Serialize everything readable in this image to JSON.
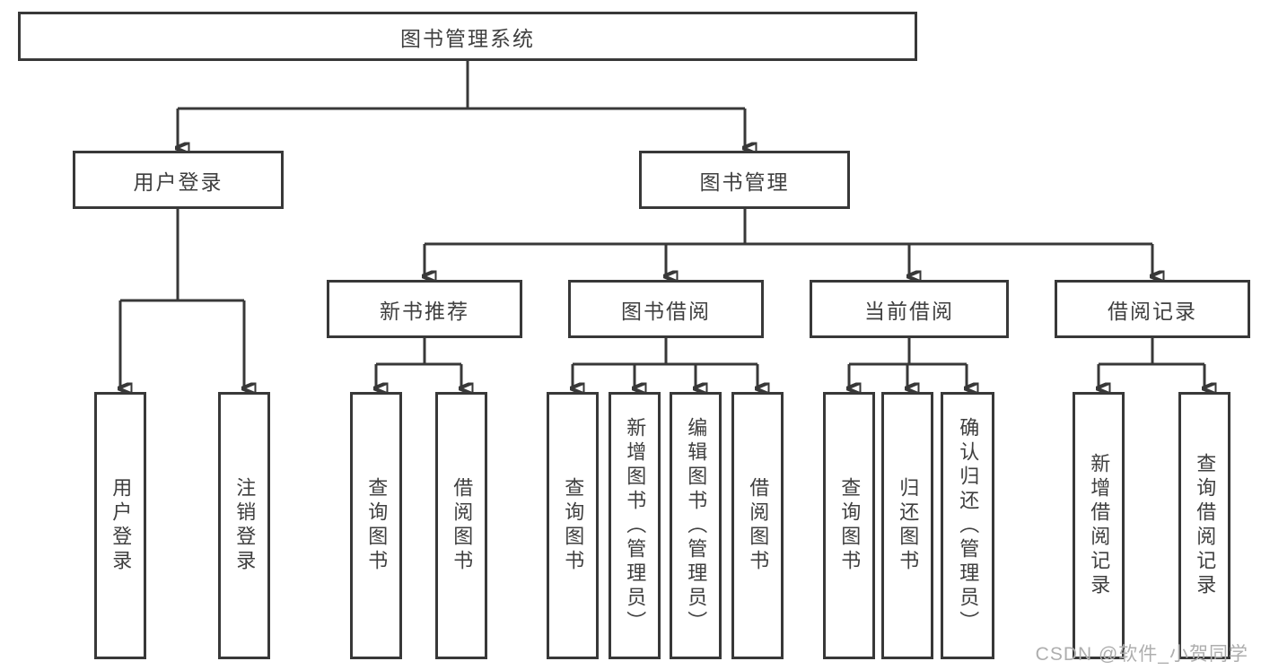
{
  "diagram": {
    "title": "图书管理系统",
    "level2": {
      "user_login": "用户登录",
      "book_mgmt": "图书管理"
    },
    "level3": {
      "new_books": "新书推荐",
      "book_borrow": "图书借阅",
      "current_borrow": "当前借阅",
      "borrow_records": "借阅记录"
    },
    "leaves": {
      "user_login": [
        "用户登录",
        "注销登录"
      ],
      "new_books": [
        "查询图书",
        "借阅图书"
      ],
      "book_borrow": [
        "查询图书",
        "新增图书（管理员）",
        "编辑图书（管理员）",
        "借阅图书"
      ],
      "current_borrow": [
        "查询图书",
        "归还图书",
        "确认归还（管理员）"
      ],
      "borrow_records": [
        "新增借阅记录",
        "查询借阅记录"
      ]
    },
    "colors": {
      "line": "#383838",
      "text": "#3f3f3f",
      "watermark": "#aeaeae"
    },
    "watermark": "CSDN @软件_小贺同学"
  }
}
